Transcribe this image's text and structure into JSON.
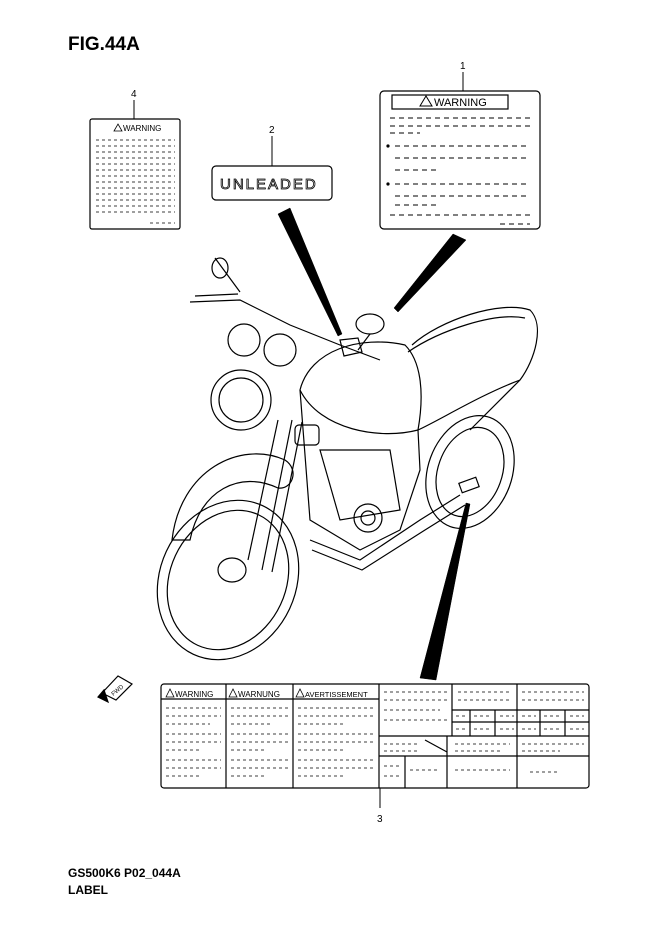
{
  "figure": {
    "title": "FIG.44A"
  },
  "callouts": [
    {
      "number": "1",
      "part": "warning-label"
    },
    {
      "number": "2",
      "part": "unleaded-label"
    },
    {
      "number": "3",
      "part": "multilingual-info-label"
    },
    {
      "number": "4",
      "part": "small-warning-label"
    }
  ],
  "labels": {
    "warning_large": "WARNING",
    "warning_small": "WARNING",
    "unleaded": "UNLEADED",
    "label3": {
      "warning": "WARNING",
      "warnung": "WARNUNG",
      "avertissement": "AVERTISSEMENT"
    },
    "fwd_marker": "FWD"
  },
  "footer": {
    "code": "GS500K6 P02_044A",
    "label": "LABEL"
  }
}
